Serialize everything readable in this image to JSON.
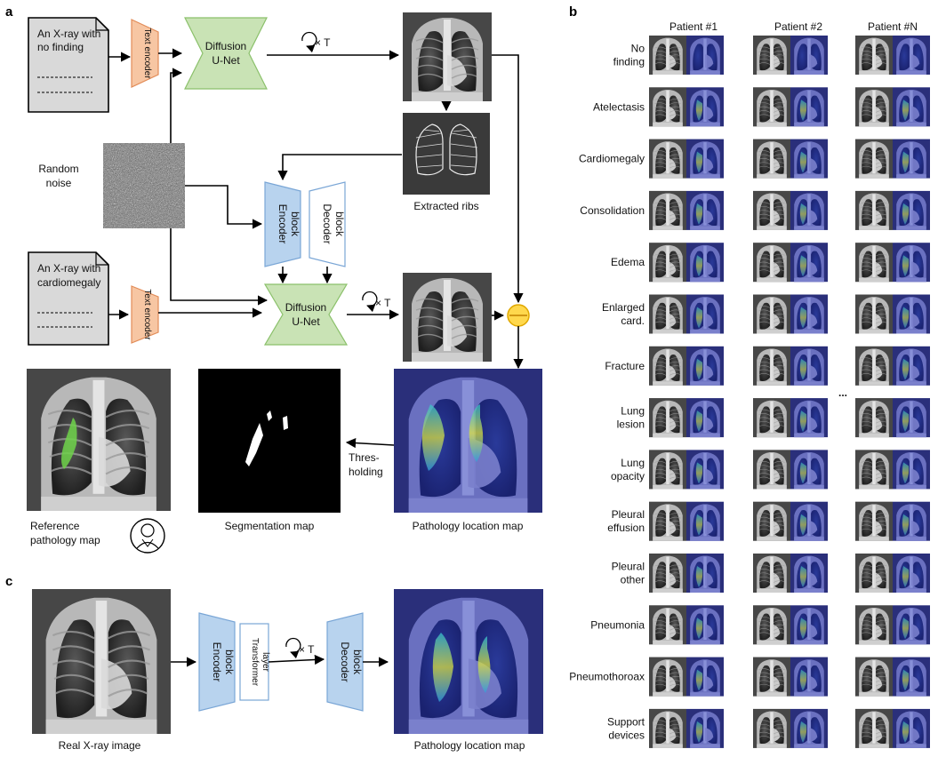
{
  "panel_labels": {
    "a": "a",
    "b": "b",
    "c": "c"
  },
  "panel_a": {
    "prompt1": [
      "An X-ray with",
      "no finding"
    ],
    "prompt2": [
      "An X-ray with",
      "cardiomegaly"
    ],
    "text_encoder": "Text encoder",
    "unet": [
      "Diffusion",
      "U-Net"
    ],
    "repeat": "× T",
    "random_noise": [
      "Random",
      "noise"
    ],
    "encoder_block": [
      "Encoder",
      "block"
    ],
    "decoder_block": [
      "Decoder",
      "block"
    ],
    "extracted_ribs": "Extracted ribs",
    "thresholding": [
      "Thres-",
      "holding"
    ],
    "reference_map": [
      "Reference",
      "pathology map"
    ],
    "segmentation_map": "Segmentation map",
    "pathology_map": "Pathology location map"
  },
  "panel_b": {
    "patients": [
      "Patient #1",
      "Patient #2",
      "Patient #N"
    ],
    "ellipsis": "...",
    "rows": [
      [
        "No",
        "finding"
      ],
      [
        "Atelectasis"
      ],
      [
        "Cardiomegaly"
      ],
      [
        "Consolidation"
      ],
      [
        "Edema"
      ],
      [
        "Enlarged",
        "card."
      ],
      [
        "Fracture"
      ],
      [
        "Lung",
        "lesion"
      ],
      [
        "Lung",
        "opacity"
      ],
      [
        "Pleural",
        "effusion"
      ],
      [
        "Pleural",
        "other"
      ],
      [
        "Pneumonia"
      ],
      [
        "Pneumothoroax"
      ],
      [
        "Support",
        "devices"
      ]
    ]
  },
  "panel_c": {
    "real_xray": "Real X-ray image",
    "encoder_block": [
      "Encoder",
      "block"
    ],
    "transformer": [
      "Transformer",
      "layer"
    ],
    "repeat": "× T",
    "decoder_block": [
      "Decoder",
      "block"
    ],
    "pathology_map": "Pathology location map"
  },
  "colors": {
    "text_encoder": "#f7c6a3",
    "unet": "#c9e3b5",
    "encoder": "#b8d3ee",
    "doc": "#d9d9d9",
    "subtract": "#ffd84d"
  }
}
